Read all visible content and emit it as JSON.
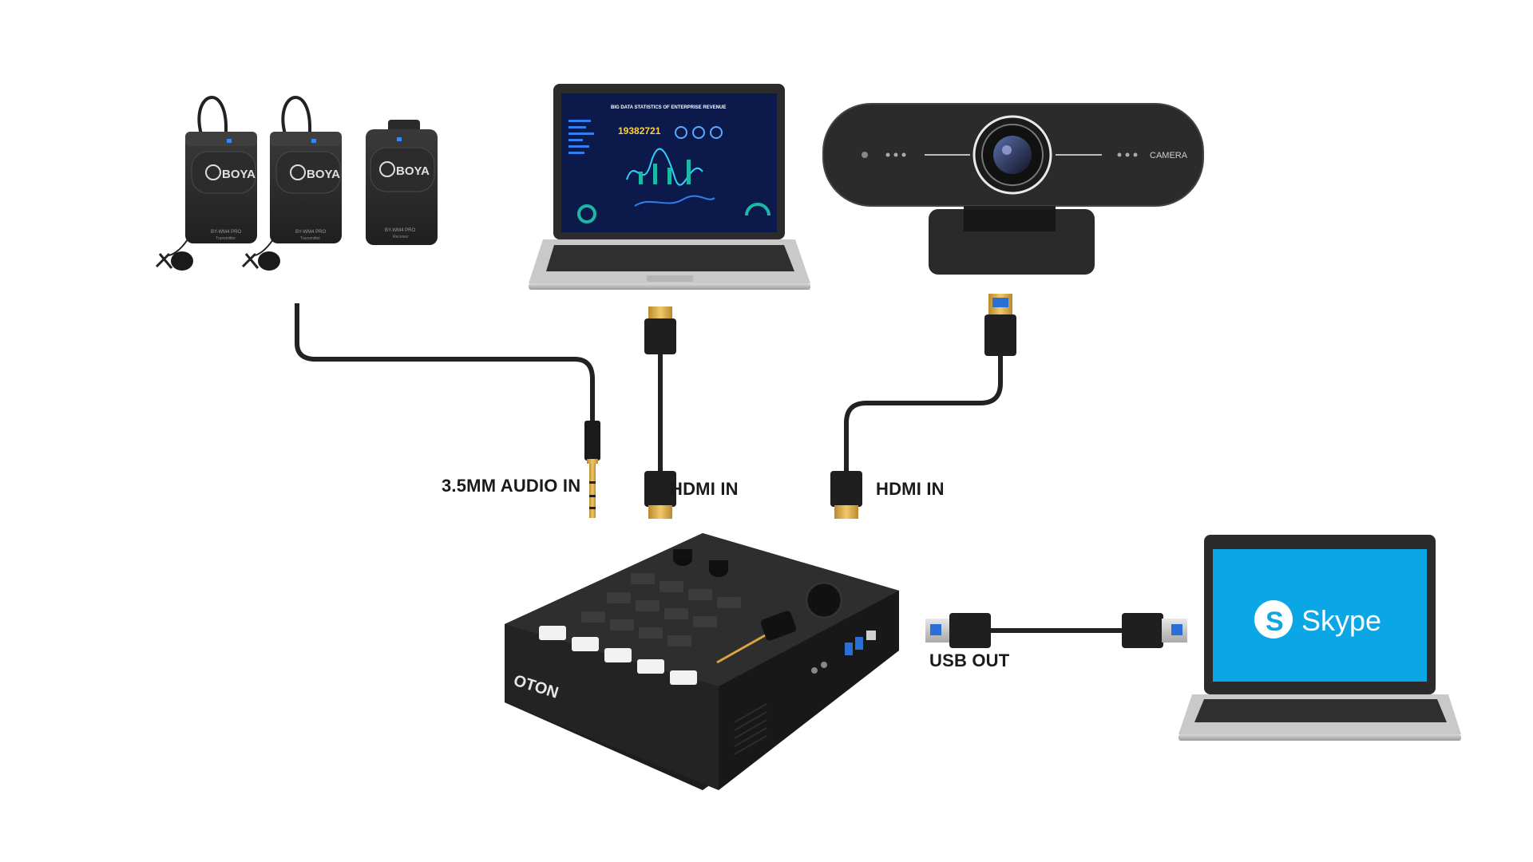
{
  "devices": {
    "mic_brand": "BOYA",
    "mic_tx_model": "BY-WM4 PRO",
    "mic_tx_sub": "Transmitter",
    "mic_rx_model": "BY-WM4 PRO",
    "mic_rx_sub": "Receiver",
    "dashboard_title": "BIG DATA STATISTICS OF ENTERPRISE REVENUE",
    "dashboard_value": "19382721",
    "camera_label": "CAMERA",
    "switcher_brand": "OTON",
    "skype_label": "Skype"
  },
  "connections": {
    "audio_in": "3.5MM AUDIO IN",
    "hdmi_in_1": "HDMI IN",
    "hdmi_in_2": "HDMI IN",
    "usb_out": "USB OUT"
  },
  "colors": {
    "device_body": "#2b2b2b",
    "cable": "#222222",
    "gold_connector": "#d9a441",
    "usb_blue": "#2a6fd6",
    "skype_blue": "#0aa6e6",
    "dashboard_bg": "#0b1a4a"
  }
}
